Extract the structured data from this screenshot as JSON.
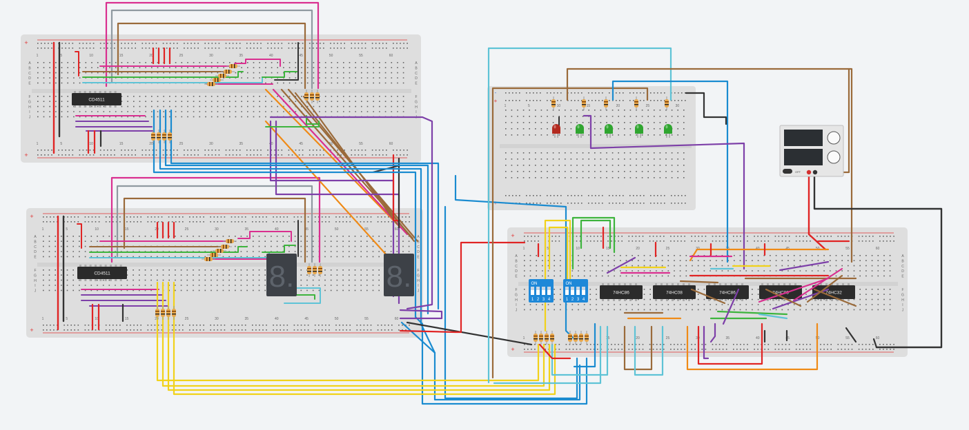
{
  "colors": {
    "background": "#f2f4f6",
    "board": "#dedede",
    "board_channel": "#d2d2d2",
    "hole": "#3a3a3a",
    "rail_red": "#e03030",
    "rail_blue": "#3a6fd0",
    "chip": "#2b2b2b",
    "display": "#3d4147",
    "dip_switch": "#1e88d8",
    "resistor": "#e8a84c"
  },
  "wire_colors": {
    "magenta": "#d92f8f",
    "gray": "#8f99a0",
    "brown": "#9a6a3a",
    "green": "#3db43d",
    "cyan": "#5ec3d6",
    "blue": "#1a8bd0",
    "purple": "#7d3fa8",
    "orange": "#ef8a16",
    "yellow": "#f1d21a",
    "red": "#e02424",
    "black": "#333333"
  },
  "chips": [
    {
      "label": "CD4511"
    },
    {
      "label": "CD4511"
    },
    {
      "label": "74HC86"
    },
    {
      "label": "74HC08"
    },
    {
      "label": "74HC86"
    },
    {
      "label": "74HC08"
    },
    {
      "label": "74HC32"
    }
  ],
  "dip_switches": [
    {
      "label": "ON",
      "positions": [
        "1",
        "2",
        "3",
        "4"
      ]
    },
    {
      "label": "ON",
      "positions": [
        "1",
        "2",
        "3",
        "4"
      ]
    }
  ],
  "displays": [
    {
      "digit": "8."
    },
    {
      "digit": "8."
    }
  ],
  "leds": [
    {
      "color": "#b32a1f"
    },
    {
      "color": "#2fa52f"
    },
    {
      "color": "#2fa52f"
    },
    {
      "color": "#2fa52f"
    },
    {
      "color": "#2fa52f"
    }
  ],
  "power_supply": {
    "switch_label": "OFF"
  },
  "breadboards": [
    {
      "col_numbers": [
        "1",
        "5",
        "10",
        "15",
        "20",
        "25",
        "30",
        "35",
        "40",
        "45",
        "50",
        "55",
        "60"
      ]
    },
    {
      "col_numbers": [
        "1",
        "5",
        "10",
        "15",
        "20",
        "25",
        "30",
        "35",
        "40",
        "45",
        "50",
        "55",
        "60"
      ]
    },
    {
      "col_numbers": [
        "1",
        "5",
        "10",
        "15",
        "20",
        "25",
        "30",
        "35",
        "40",
        "45",
        "50",
        "55",
        "60"
      ]
    }
  ],
  "board4": {
    "col_numbers": [
      "1",
      "5",
      "10",
      "15",
      "20",
      "25",
      "30"
    ]
  },
  "row_letters": [
    "A",
    "B",
    "C",
    "D",
    "E",
    "F",
    "G",
    "H",
    "I",
    "J"
  ],
  "rail_signs": {
    "plus": "+",
    "minus": "-"
  }
}
